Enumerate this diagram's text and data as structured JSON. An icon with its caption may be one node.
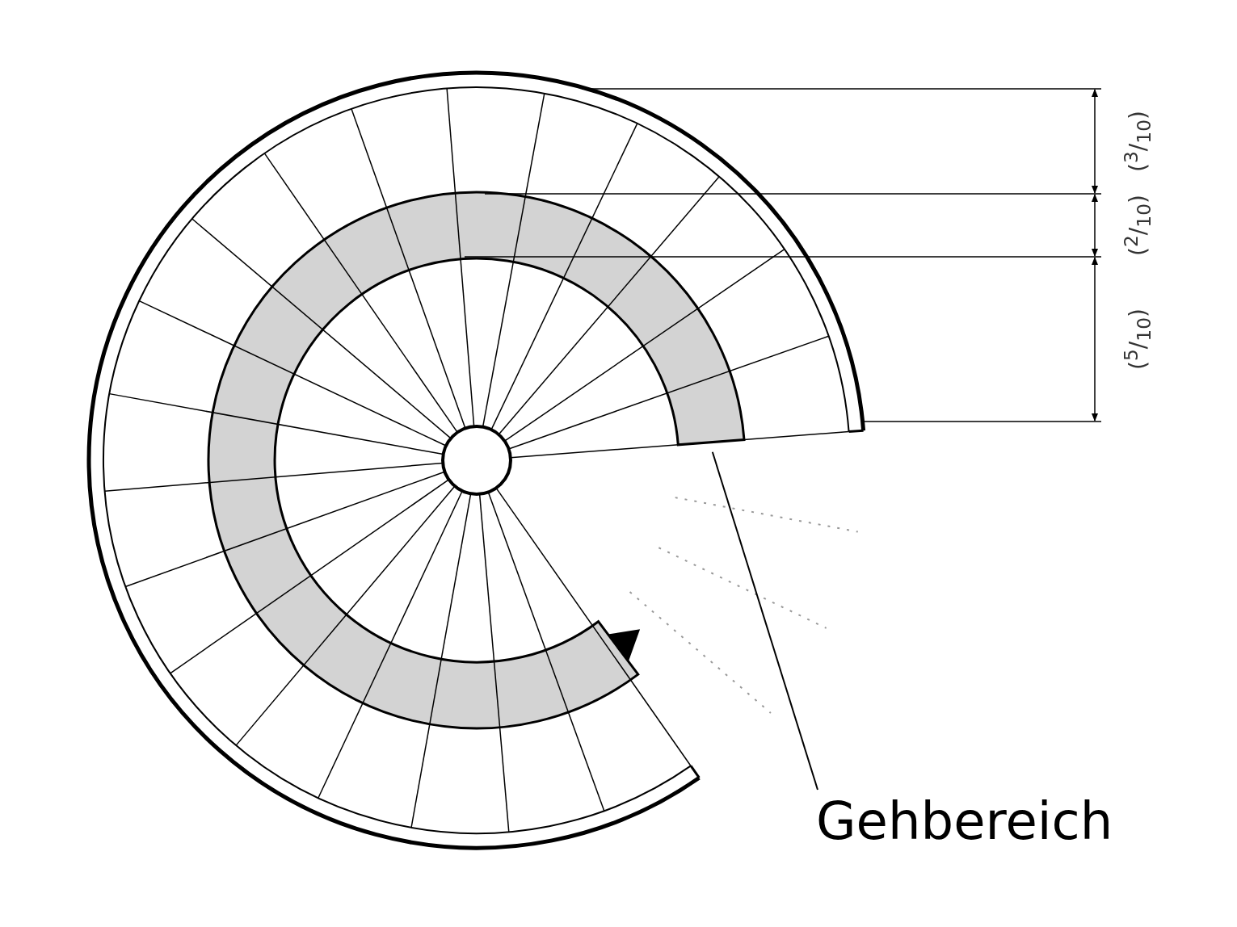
{
  "diagram": {
    "nodes": [
      {
        "text": [
          "Gehbereich"
        ]
      },
      {
        "text": [],
        "shape": "band"
      }
    ],
    "edges": [
      {
        "from": 0,
        "to": 1,
        "arrow": "none"
      }
    ],
    "labels": [
      "($^{3}$/$_{10}$)",
      "($^{2}$/$_{10}$)",
      "($^{5}$/$_{10}$)"
    ]
  }
}
